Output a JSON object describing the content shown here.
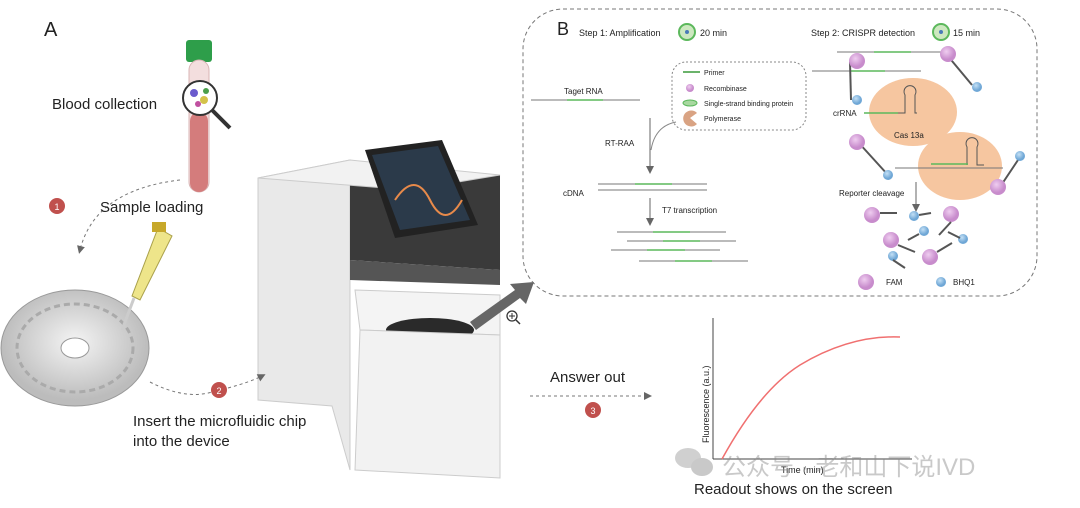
{
  "panel_a": {
    "label": "A",
    "blood_collection": "Blood collection",
    "sample_loading": "Sample loading",
    "insert_line1": "Insert the microfluidic chip",
    "insert_line2": "into the device",
    "answer_out": "Answer out",
    "readout": "Readout shows on the screen",
    "steps": [
      "1",
      "2",
      "3"
    ],
    "step_color": "#c0504d"
  },
  "readout_chart": {
    "ylabel": "Fluorescence (a.u.)",
    "xlabel": "Time (min)",
    "curve_color": "#f07070"
  },
  "panel_b": {
    "label": "B",
    "step1": "Step 1: Amplification",
    "step1_time": "20 min",
    "step2": "Step 2: CRISPR detection",
    "step2_time": "15 min",
    "legend": [
      "Primer",
      "Recombinase",
      "Single-strand binding protein",
      "Polymerase"
    ],
    "target_rna": "Taget RNA",
    "rt_raa": "RT-RAA",
    "cdna": "cDNA",
    "t7": "T7 transcription",
    "crrna": "crRNA",
    "cas": "Cas 13a",
    "reporter": "Reporter cleavage",
    "fam": "FAM",
    "bhq1": "BHQ1",
    "colors": {
      "green": "#5cb85c",
      "recombinase": "#d9a6dd",
      "cas": "#f6c6a0",
      "bhq1": "#8fbfe6",
      "polymerase": "#d9a383"
    }
  },
  "watermark": "公众号 · 老和山下说IVD"
}
